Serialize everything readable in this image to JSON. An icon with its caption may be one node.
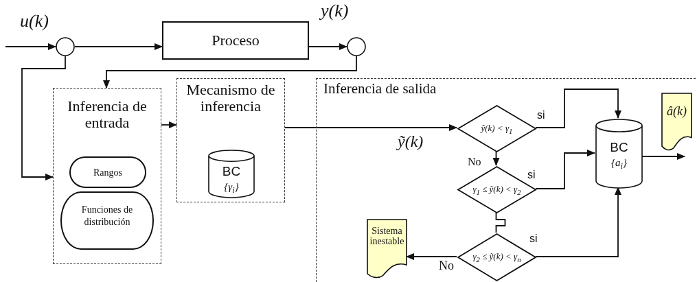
{
  "diagram": {
    "nodes": [
      {
        "text": [],
        "shape": "circle"
      },
      {
        "text": [
          "Proceso"
        ]
      },
      {
        "text": [],
        "shape": "circle",
        "beside": [
          "y(k)"
        ]
      },
      {
        "text": [
          "Inferencia de entrada"
        ]
      },
      {
        "text": [
          "Rangos"
        ],
        "in": 3
      },
      {
        "text": [
          "Funciones de distribución"
        ],
        "in": 3
      },
      {
        "text": [
          "Mecanismo de inferencia"
        ]
      },
      {
        "text": [
          "BC",
          "{γ$_{i}$}"
        ],
        "in": 6
      },
      {
        "text": [
          "Inferencia de salida"
        ]
      },
      {
        "text": [
          "ỹ(k) < γ$_{1}$"
        ],
        "in": 8
      },
      {
        "text": [
          "γ$_{1}$ ≤ ỹ(k) < γ$_{2}$"
        ],
        "in": 8
      },
      {
        "text": [
          "γ$_{2}$ ≤ ỹ(k) < γ$_{n}$"
        ],
        "in": 8
      },
      {
        "text": [
          "BC",
          "{a$_{i}$}"
        ],
        "in": 8
      },
      {
        "text": [
          "â(k)"
        ],
        "in": 8
      },
      {
        "text": [
          "Sistema inestable"
        ],
        "in": 8
      }
    ],
    "edges": [
      {
        "from": null,
        "to": 0,
        "arrow": "to",
        "label": "u(k)"
      },
      {
        "from": 0,
        "to": 1,
        "arrow": "to"
      },
      {
        "from": 1,
        "to": 2,
        "arrow": "to"
      },
      {
        "from": 0,
        "to": 3,
        "arrow": "to"
      },
      {
        "from": 2,
        "to": 3,
        "arrow": "to"
      },
      {
        "from": 3,
        "to": 6,
        "arrow": "to"
      },
      {
        "from": 6,
        "to": 9,
        "arrow": "to",
        "label": "ỹ(k)"
      },
      {
        "from": 9,
        "to": 12,
        "arrow": "to",
        "label": "si"
      },
      {
        "from": 9,
        "to": 10,
        "arrow": "to",
        "label": "No"
      },
      {
        "from": 10,
        "to": 12,
        "arrow": "to",
        "label": "si"
      },
      {
        "from": 10,
        "to": 11,
        "arrow": "none"
      },
      {
        "from": 11,
        "to": 12,
        "arrow": "to",
        "label": "si"
      },
      {
        "from": 11,
        "to": 14,
        "arrow": "to",
        "label": "No"
      },
      {
        "from": 12,
        "to": null,
        "arrow": "to"
      }
    ]
  }
}
